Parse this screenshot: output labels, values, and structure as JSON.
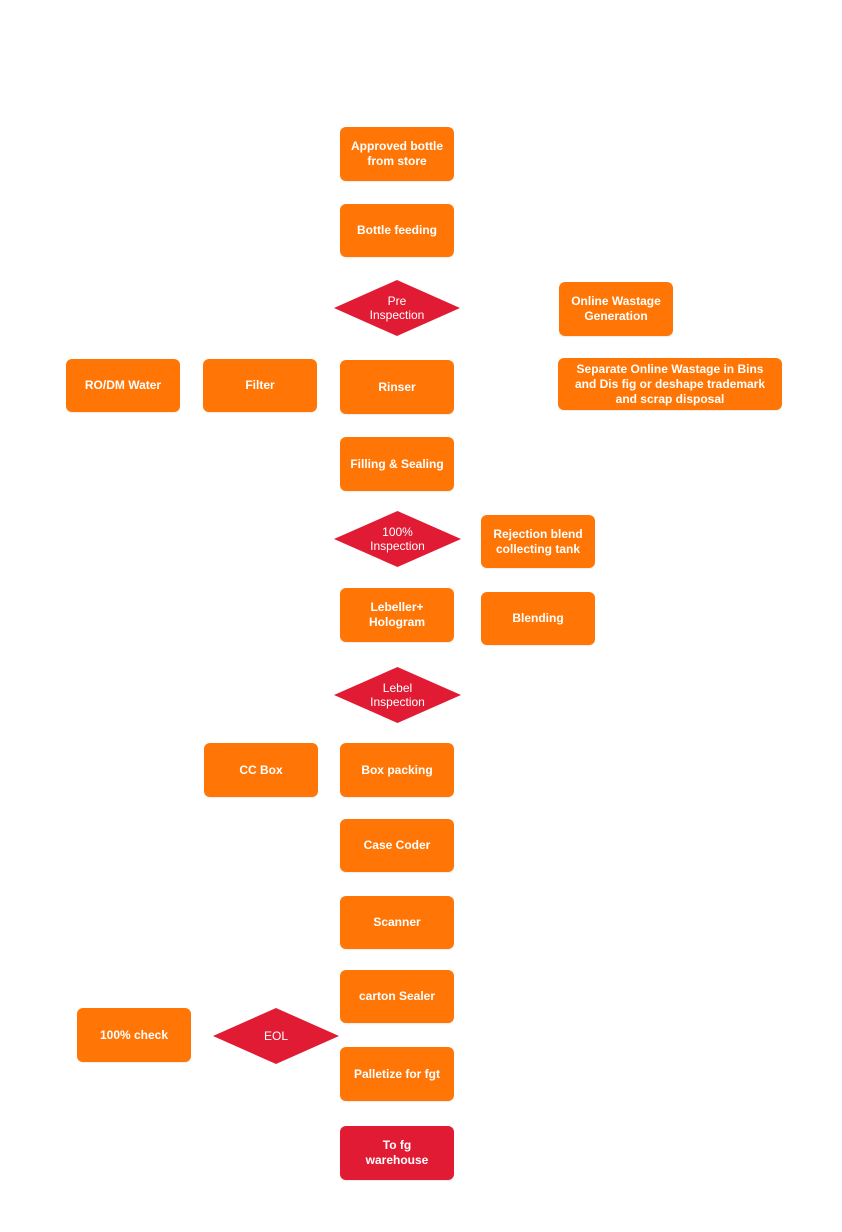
{
  "colors": {
    "process": "#FF7607",
    "decision": "#E21B34",
    "terminal": "#E21B34",
    "text": "#FFFFFF"
  },
  "steps": {
    "approved_bottle": "Approved bottle\nfrom store",
    "bottle_feeding": "Bottle feeding",
    "pre_inspection": "Pre\nInspection",
    "online_wastage": "Online Wastage\nGeneration",
    "separate_wastage": "Separate Online Wastage in Bins\nand Dis fig or deshape trademark\nand scrap disposal",
    "ro_dm_water": "RO/DM Water",
    "filter": "Filter",
    "rinser": "Rinser",
    "filling_sealing": "Filling & Sealing",
    "inspection_100": "100%\nInspection",
    "rejection_blend": "Rejection blend\ncollecting tank",
    "labeller_hologram": "Lebeller+\nHologram",
    "blending": "Blending",
    "label_inspection": "Lebel\nInspection",
    "cc_box": "CC Box",
    "box_packing": "Box packing",
    "case_coder": "Case Coder",
    "scanner": "Scanner",
    "carton_sealer": "carton Sealer",
    "check_100": "100% check",
    "eol": "EOL",
    "palletize": "Palletize for fgt",
    "to_fg_warehouse": "To fg\nwarehouse"
  }
}
